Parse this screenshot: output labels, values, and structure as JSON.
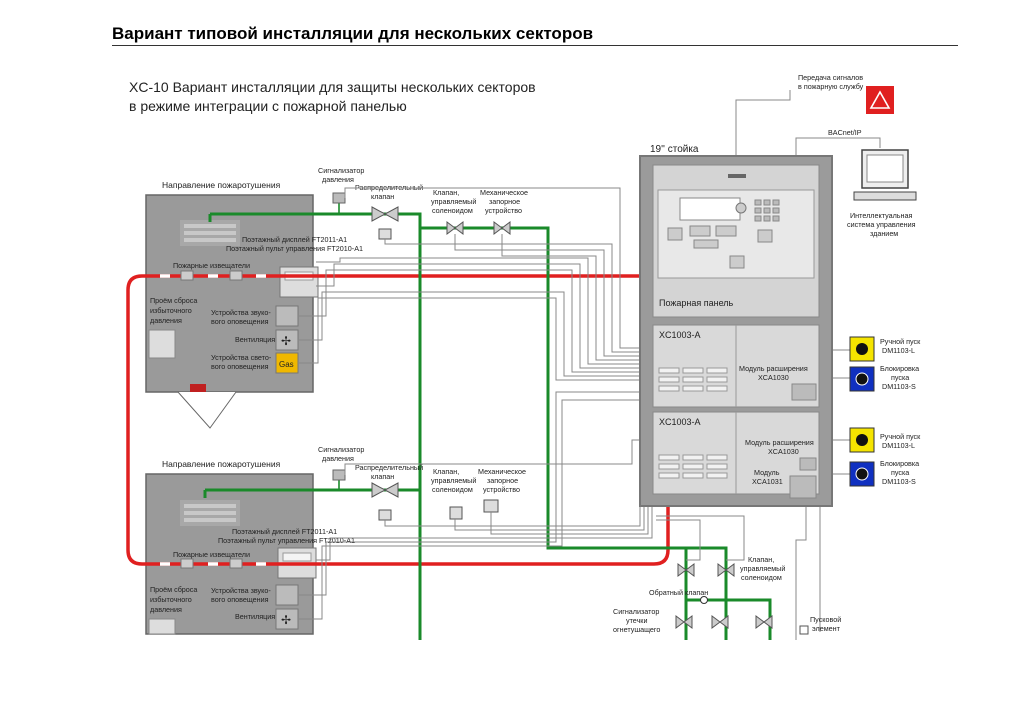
{
  "page": {
    "title": "Вариант типовой инсталляции для нескольких секторов"
  },
  "diagram": {
    "heading_line1": "XC-10 Вариант инсталляции для защиты нескольких секторов",
    "heading_line2": "в режиме интеграции с пожарной панелью",
    "rack_label": "19'' стойка",
    "fire_panel_label": "Пожарная панель",
    "fire_service_line1": "Передача сигналов",
    "fire_service_line2": "в пожарную службу",
    "bacnet_label": "BACnet/IP",
    "bms_line1": "Интеллектуальная",
    "bms_line2": "система управления",
    "bms_line3": "зданием",
    "module_a_title": "XC1003-A",
    "module_a_ext_line1": "Модуль расширения",
    "module_a_ext_line2": "XCA1030",
    "module_b_title": "XC1003-A",
    "module_b_ext_line1": "Модуль расширения",
    "module_b_ext_line2": "XCA1030",
    "module_b_ext2_line1": "Модуль",
    "module_b_ext2_line2": "XCA1031",
    "manual_start_1_line1": "Ручной пуск",
    "manual_start_1_line2": "DM1103-L",
    "block_1_line1": "Блокировка",
    "block_1_line2": "пуска",
    "block_1_line3": "DM1103-S",
    "manual_start_2_line1": "Ручной пуск",
    "manual_start_2_line2": "DM1103-L",
    "block_2_line1": "Блокировка",
    "block_2_line2": "пуска",
    "block_2_line3": "DM1103-S",
    "sector1": {
      "direction": "Направление пожаротушения",
      "pressure_sensor_line1": "Сигнализатор",
      "pressure_sensor_line2": "давления",
      "distrib_valve_line1": "Распределительный",
      "distrib_valve_line2": "клапан",
      "solenoid_line1": "Клапан,",
      "solenoid_line2": "управляемый",
      "solenoid_line3": "соленоидом",
      "mech_line1": "Механическое",
      "mech_line2": "запорное",
      "mech_line3": "устройство",
      "display": "Поэтажный дисплей FT2011-A1",
      "floor_panel": "Поэтажный пульт управления FT2010-A1",
      "detectors": "Пожарные извещатели",
      "relief_line1": "Проём сброса",
      "relief_line2": "избыточного",
      "relief_line3": "давления",
      "sound_line1": "Устройства звуко-",
      "sound_line2": "вого оповещения",
      "vent": "Вентиляция",
      "light_line1": "Устройства свето-",
      "light_line2": "вого оповещения",
      "gas": "Gas"
    },
    "sector2": {
      "direction": "Направление пожаротушения",
      "pressure_sensor_line1": "Сигнализатор",
      "pressure_sensor_line2": "давления",
      "distrib_valve_line1": "Распределительный",
      "distrib_valve_line2": "клапан",
      "solenoid_line1": "Клапан,",
      "solenoid_line2": "управляемый",
      "solenoid_line3": "соленоидом",
      "mech_line1": "Механическое",
      "mech_line2": "запорное",
      "mech_line3": "устройство",
      "display": "Поэтажный дисплей FT2011-A1",
      "floor_panel": "Поэтажный пульт управления FT2010-A1",
      "detectors": "Пожарные извещатели",
      "relief_line1": "Проём сброса",
      "relief_line2": "избыточного",
      "relief_line3": "давления",
      "sound_line1": "Устройства звуко-",
      "sound_line2": "вого оповещения",
      "vent": "Вентиляция"
    },
    "bottom_solenoid_line1": "Клапан,",
    "bottom_solenoid_line2": "управляемый",
    "bottom_solenoid_line3": "соленоидом",
    "check_valve": "Обратный клапан",
    "leak_line1": "Сигнализатор",
    "leak_line2": "утечки",
    "leak_line3": "огнетушащего",
    "start_line1": "Пусковой",
    "start_line2": "элемент",
    "colors": {
      "pipe": "#1a8a2a",
      "loop": "#e02020",
      "loop_dash": "#ffffff",
      "wire": "#888888",
      "room": "#9a9a9a",
      "rack": "#9b9b9b",
      "button_yellow": "#f5e400",
      "button_blue": "#1030c0",
      "gas": "#f0b800"
    }
  }
}
